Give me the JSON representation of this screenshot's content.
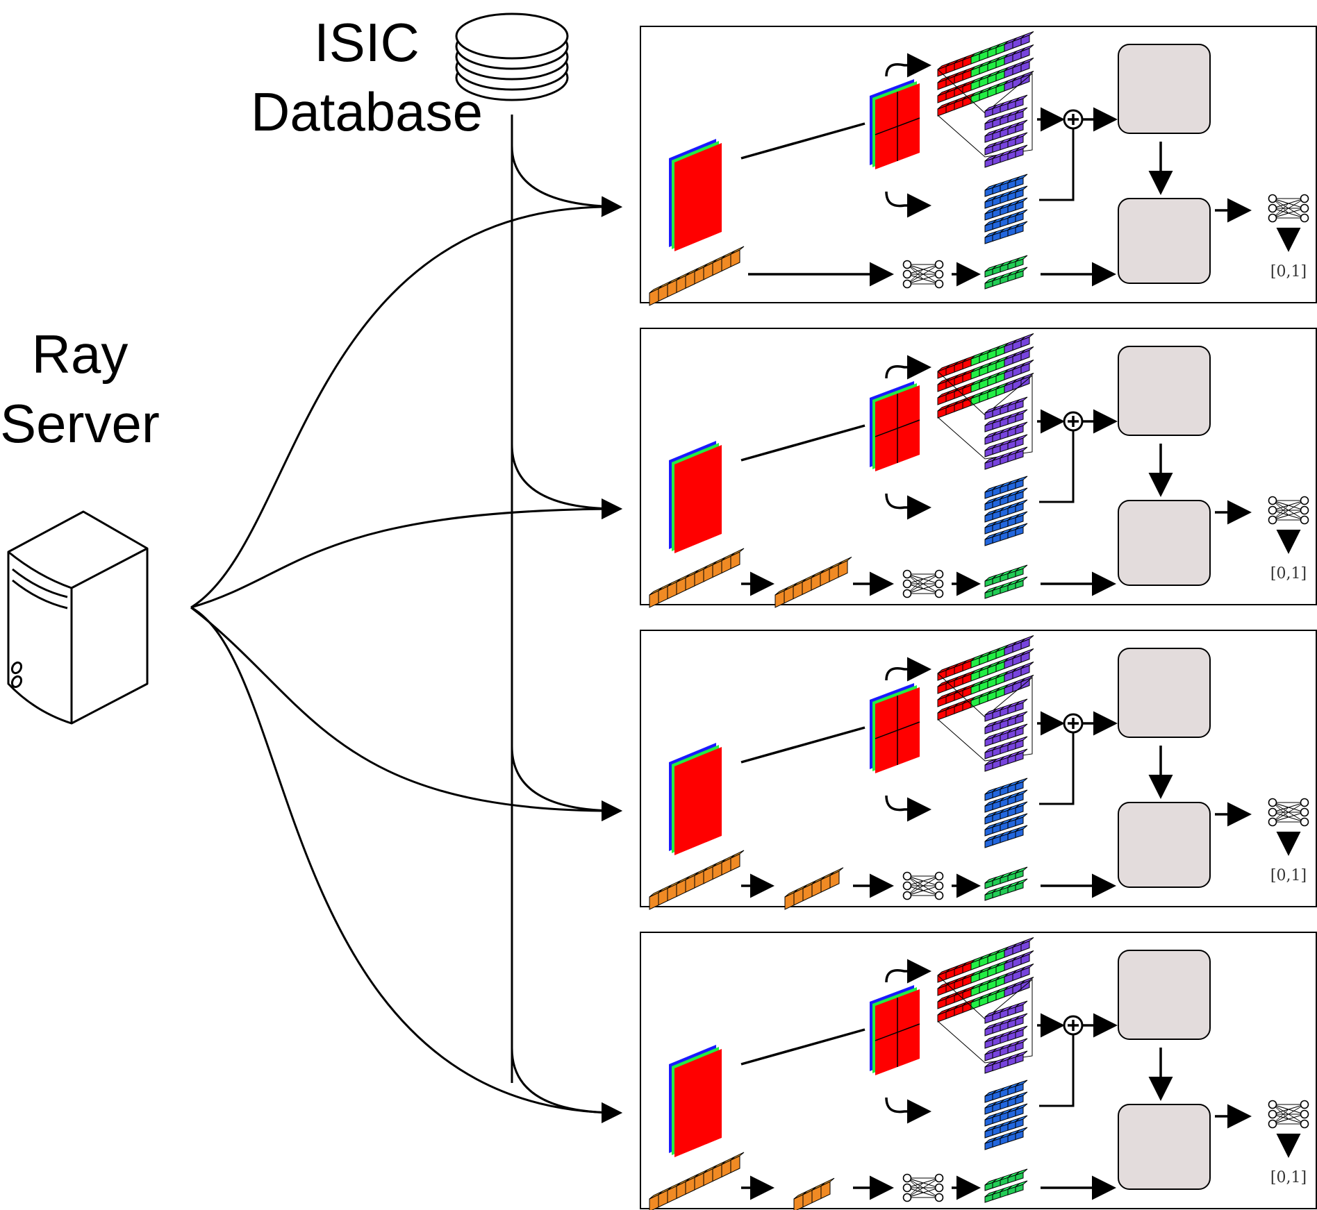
{
  "labels": {
    "database_line1": "ISIC",
    "database_line2": "Database",
    "server_line1": "Ray",
    "server_line2": "Server"
  },
  "panels": [
    {
      "output_label": "[0,1]",
      "extra_blocks": 0
    },
    {
      "output_label": "[0,1]",
      "extra_blocks": 8
    },
    {
      "output_label": "[0,1]",
      "extra_blocks": 6
    },
    {
      "output_label": "[0,1]",
      "extra_blocks": 4
    }
  ],
  "colors": {
    "image_red": "#ff0000",
    "image_green": "#22ee44",
    "image_blue": "#1a1aff",
    "patch_purple": "#7744dd",
    "embed_blue": "#2266dd",
    "meta_orange": "#f08a24",
    "meta_green": "#22cc55",
    "block_gray": "#e3dcdc"
  }
}
